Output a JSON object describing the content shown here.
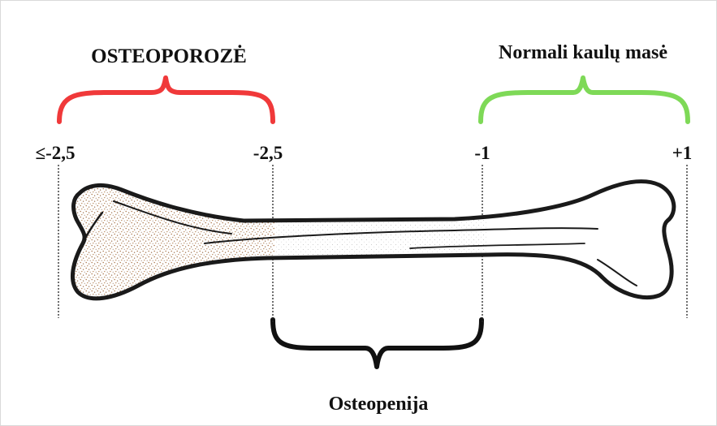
{
  "labels": {
    "osteoporosis": "OSTEOPOROZĖ",
    "normal_mass": "Normali kaulų masė",
    "osteopenia": "Osteopenija"
  },
  "scale": {
    "tick_le_neg_2_5": "≤-2,5",
    "tick_neg_2_5": "-2,5",
    "tick_neg_1": "-1",
    "tick_pos_1": "+1"
  },
  "colors": {
    "osteoporosis_brace": "#f0393a",
    "normal_brace": "#7ed957",
    "osteopenia_brace": "#111111",
    "bone_outline": "#1a1a1a",
    "bone_texture_porous": "#a9754a",
    "bone_texture_light": "#8a8a8a"
  }
}
